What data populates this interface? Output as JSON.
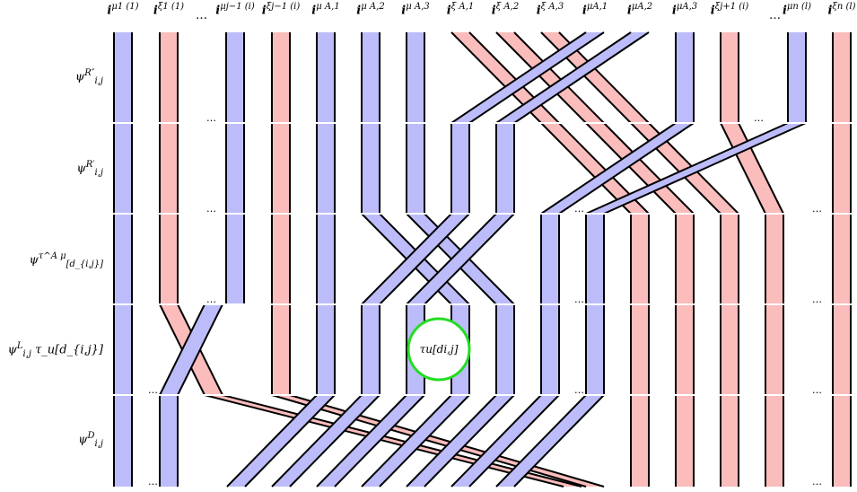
{
  "column_labels": [
    {
      "base": "i",
      "exp": "μ",
      "sub": "1",
      "sup": "(1)"
    },
    {
      "base": "i",
      "exp": "ξ",
      "sub": "1",
      "sup": "(1)"
    },
    {
      "base": "i",
      "exp": "μ",
      "sub": "j−1",
      "sup": "(i)"
    },
    {
      "base": "i",
      "exp": "ξ",
      "sub": "j−1",
      "sup": "(i)"
    },
    {
      "base": "i",
      "exp": "μ",
      "sub": "",
      "sup": "A,1"
    },
    {
      "base": "i",
      "exp": "μ",
      "sub": "",
      "sup": "A,2"
    },
    {
      "base": "i",
      "exp": "μ",
      "sub": "",
      "sup": "A,3"
    },
    {
      "base": "i",
      "exp": "ξ",
      "sub": "",
      "sup": "A,1"
    },
    {
      "base": "i",
      "exp": "ξ",
      "sub": "",
      "sup": "A,2"
    },
    {
      "base": "i",
      "exp": "ξ",
      "sub": "",
      "sup": "A,3"
    },
    {
      "base": "i",
      "exp": "μ",
      "sub": "A,1",
      "sup": ""
    },
    {
      "base": "i",
      "exp": "μ",
      "sub": "A,2",
      "sup": ""
    },
    {
      "base": "i",
      "exp": "μ",
      "sub": "A,3",
      "sup": ""
    },
    {
      "base": "i",
      "exp": "ξ",
      "sub": "j+1",
      "sup": "(i)"
    },
    {
      "base": "i",
      "exp": "μ",
      "sub": "n",
      "sup": "(l)"
    },
    {
      "base": "i",
      "exp": "ξ",
      "sub": "n",
      "sup": "(l)"
    }
  ],
  "header_dots": "…",
  "row_labels": [
    {
      "main": "ψ",
      "sub": "i,j",
      "sup": "R″"
    },
    {
      "main": "ψ",
      "sub": "i,j",
      "sup": "R′"
    },
    {
      "main": "ψ",
      "sub": "[d_{i,j}]",
      "sup": "τ^A μ"
    },
    {
      "main": "ψ",
      "sub": "i,j",
      "sup": "L",
      "tail": "τ_u[d_{i,j}]"
    },
    {
      "main": "ψ",
      "sub": "i,j",
      "sup": "D"
    }
  ],
  "gap_dots": "…",
  "node": {
    "label": "τu[di,j]"
  },
  "colors": {
    "mu": "#bcbcfa",
    "xi": "#fbbcbc",
    "outline": "#000000",
    "node": "#22dd22",
    "separator": "#ffffff"
  }
}
